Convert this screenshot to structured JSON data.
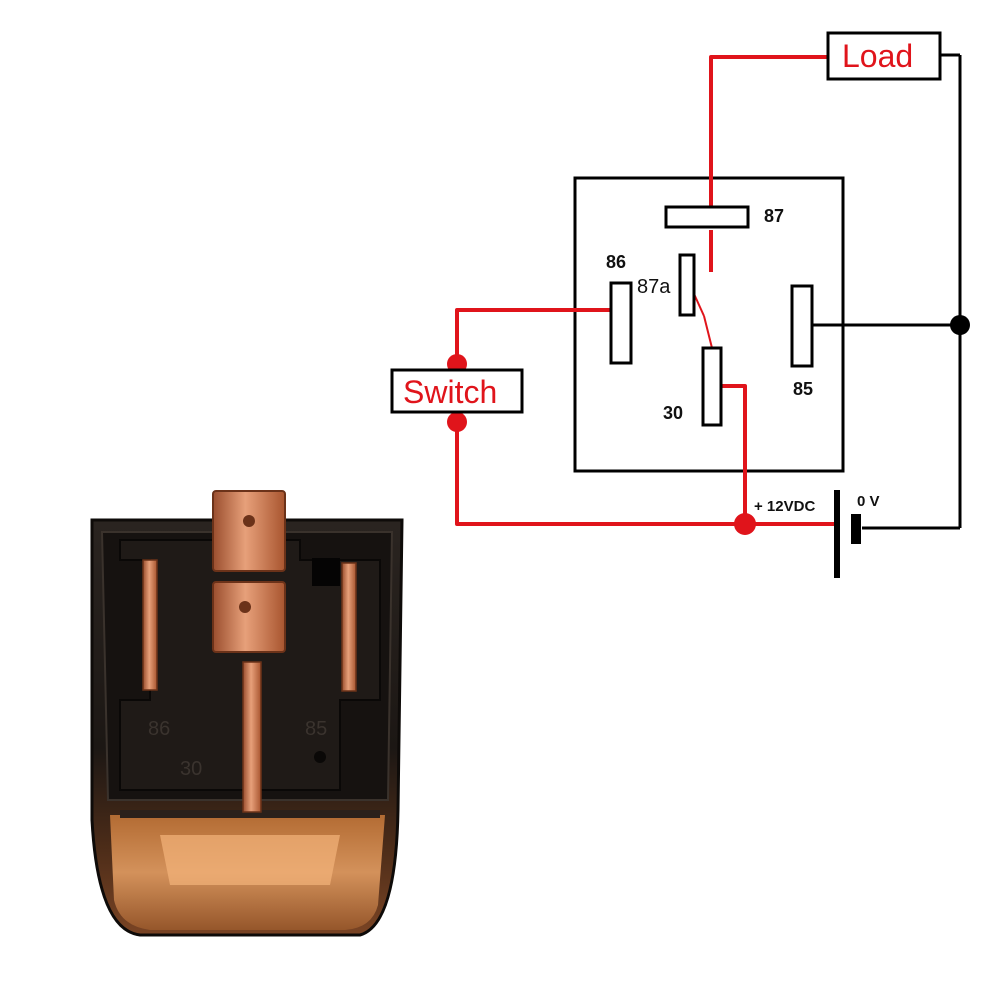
{
  "diagram": {
    "load_label": "Load",
    "switch_label": "Switch",
    "supply_positive_label": "+ 12VDC",
    "supply_ground_label": "0 V",
    "pins": {
      "p87": "87",
      "p87a": "87a",
      "p86": "86",
      "p85": "85",
      "p30": "30"
    }
  },
  "colors": {
    "wire_red": "#e0141b",
    "wire_black": "#000000",
    "copper": "#c8714a",
    "housing": "#1a1614"
  },
  "photo": {
    "description_icon": "automotive-relay-photo"
  }
}
